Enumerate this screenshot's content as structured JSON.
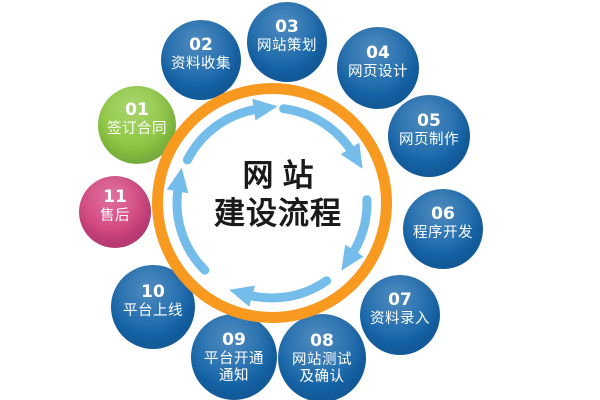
{
  "title": {
    "line1": "网站",
    "line2": "建设流程"
  },
  "steps": [
    {
      "num": "01",
      "lines": [
        "签订合同"
      ],
      "color": "green"
    },
    {
      "num": "02",
      "lines": [
        "资料收集"
      ],
      "color": "blue"
    },
    {
      "num": "03",
      "lines": [
        "网站策划"
      ],
      "color": "blue"
    },
    {
      "num": "04",
      "lines": [
        "网页设计"
      ],
      "color": "blue"
    },
    {
      "num": "05",
      "lines": [
        "网页制作"
      ],
      "color": "blue"
    },
    {
      "num": "06",
      "lines": [
        "程序开发"
      ],
      "color": "blue"
    },
    {
      "num": "07",
      "lines": [
        "资料录入"
      ],
      "color": "blue"
    },
    {
      "num": "08",
      "lines": [
        "网站测试",
        "及确认"
      ],
      "color": "blue"
    },
    {
      "num": "09",
      "lines": [
        "平台开通",
        "通知"
      ],
      "color": "blue"
    },
    {
      "num": "10",
      "lines": [
        "平台上线"
      ],
      "color": "blue"
    },
    {
      "num": "11",
      "lines": [
        "售后"
      ],
      "color": "pink"
    }
  ],
  "colors": {
    "step_blue": "#1565a9",
    "step_green": "#8cc63e",
    "step_pink": "#d2427d",
    "hub_ring": "#f79a1f",
    "arrow": "#74bce9",
    "title_text": "#1a1a1a",
    "step_text": "#ffffff"
  }
}
